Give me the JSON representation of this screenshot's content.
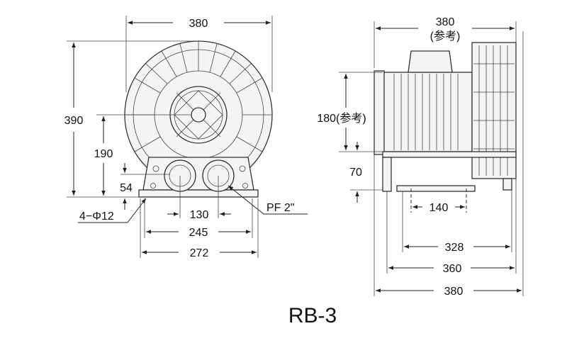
{
  "title": "RB-3",
  "front_view": {
    "width_top": "380",
    "height_total": "390",
    "height_center": "190",
    "base_height": "54",
    "outlet_spacing": "130",
    "foot_spacing": "245",
    "base_width": "272",
    "mount_holes": "4−Φ12",
    "port_thread": "PF 2\""
  },
  "side_view": {
    "width_top": "380",
    "width_top_note": "(参考)",
    "motor_height": "180(参考)",
    "foot_height": "70",
    "foot_hole_spacing": "140",
    "length_328": "328",
    "length_360": "360",
    "length_380": "380"
  }
}
